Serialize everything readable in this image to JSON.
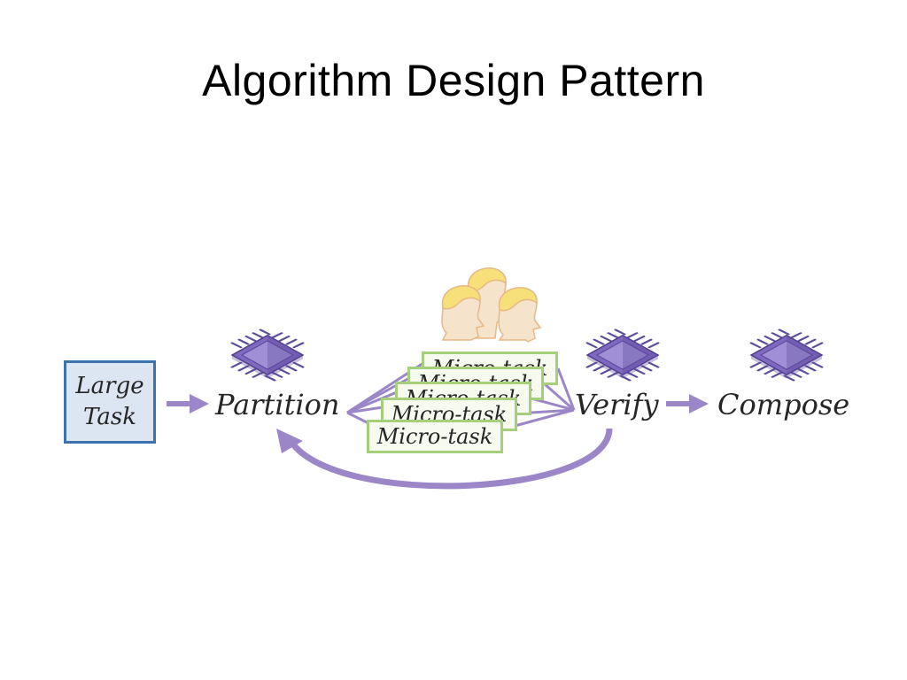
{
  "slide": {
    "title": "Algorithm Design Pattern"
  },
  "diagram": {
    "large_task": {
      "line1": "Large",
      "line2": "Task"
    },
    "stages": {
      "partition": "Partition",
      "verify": "Verify",
      "compose": "Compose"
    },
    "micro_tasks": [
      "Micro-task",
      "Micro-task",
      "Micro-task",
      "Micro-task",
      "Micro-task"
    ],
    "colors": {
      "arrow": "#9b87c8",
      "chip": "#8a74c9",
      "chip_dark": "#5c4a9a",
      "task_border": "#3e72ac",
      "task_fill": "#dce6f2",
      "micro_border": "#a6cf7c",
      "micro_fill": "#f6faef",
      "head_hair": "#f7e07a",
      "head_skin": "#f6e3cc"
    },
    "icons": [
      "processor-chip-icon",
      "crowd-worker-heads-icon"
    ]
  }
}
